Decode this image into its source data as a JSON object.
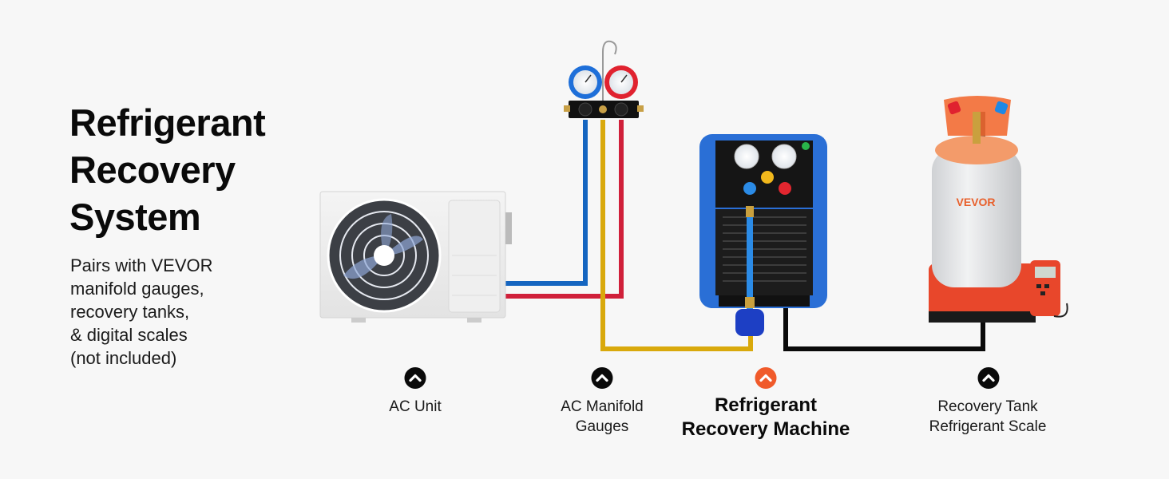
{
  "title": {
    "lines": [
      "Refrigerant",
      "Recovery",
      "System"
    ]
  },
  "subtitle": {
    "lines": [
      "Pairs with VEVOR",
      "manifold gauges,",
      "recovery tanks,",
      "& digital scales",
      "(not included)"
    ]
  },
  "brand": "VEVOR",
  "colors": {
    "accent": "#f05a2a",
    "marker_default": "#0a0a0a",
    "hose_blue": "#1565c0",
    "hose_red": "#d0203a",
    "hose_yellow": "#d9a90c",
    "hose_black": "#0a0a0a"
  },
  "components": [
    {
      "id": "ac-unit",
      "lines": [
        "AC Unit"
      ],
      "icon": "chevron-up-icon",
      "highlighted": false
    },
    {
      "id": "manifold-gauges",
      "lines": [
        "AC Manifold",
        "Gauges"
      ],
      "icon": "chevron-up-icon",
      "highlighted": false
    },
    {
      "id": "recovery-machine",
      "lines": [
        "Refrigerant",
        "Recovery Machine"
      ],
      "icon": "chevron-up-icon",
      "highlighted": true
    },
    {
      "id": "recovery-tank",
      "lines": [
        "Recovery Tank",
        "Refrigerant Scale"
      ],
      "icon": "chevron-up-icon",
      "highlighted": false
    }
  ]
}
